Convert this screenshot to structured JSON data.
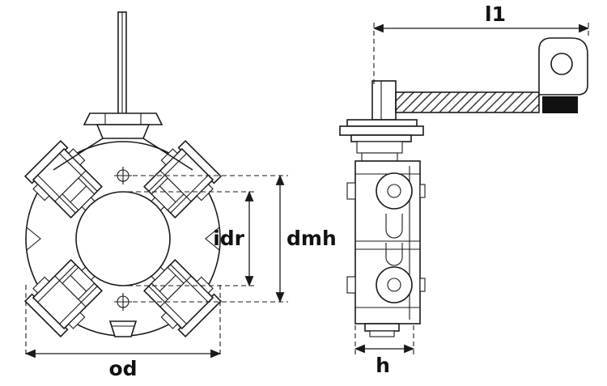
{
  "diagram": {
    "type": "technical-drawing",
    "colors": {
      "line": "#1a1a1a",
      "background": "#ffffff",
      "terminal_fill": "#111111"
    },
    "dimensions": {
      "l1": "l1",
      "idr": "idr",
      "dmh": "dmh",
      "od": "od",
      "h": "h"
    }
  }
}
